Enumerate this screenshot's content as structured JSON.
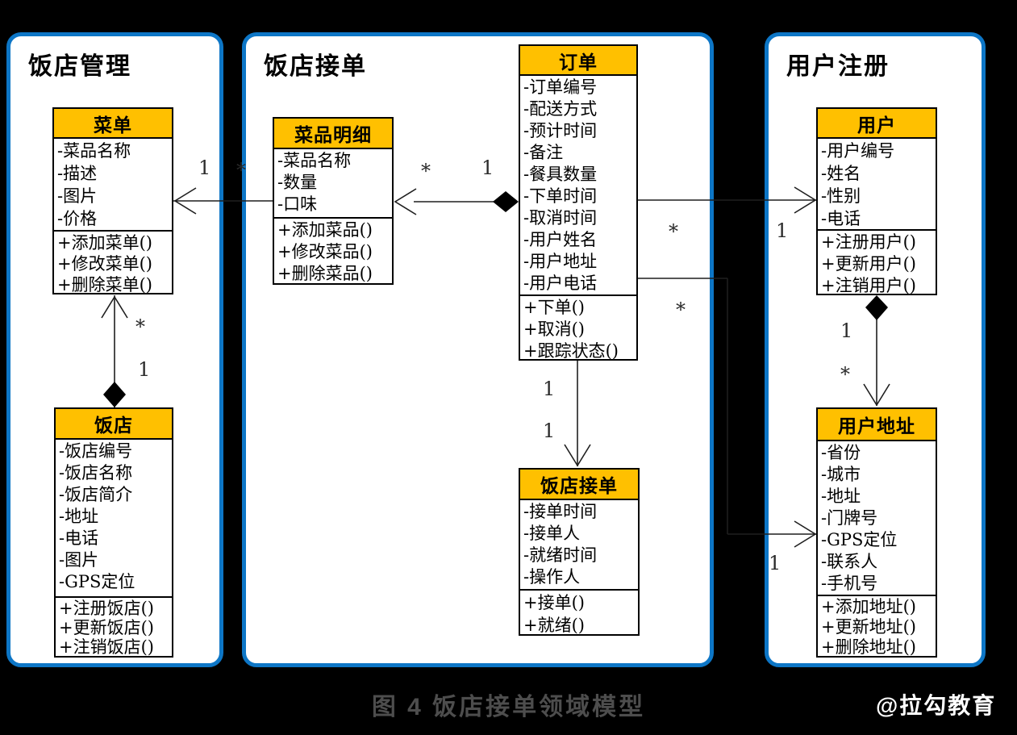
{
  "page": {
    "caption": "图 4 饭店接单领域模型",
    "watermark": "@拉勾教育"
  },
  "colors": {
    "class_header_fill": "#FFC000",
    "panel_border": "#0D76C6",
    "caption_text": "#4D4D4D"
  },
  "panels": [
    {
      "title": "饭店管理"
    },
    {
      "title": "饭店接单"
    },
    {
      "title": "用户注册"
    }
  ],
  "classes": {
    "menu": {
      "title": "菜单",
      "attributes": [
        "-菜品名称",
        "-描述",
        "-图片",
        "-价格"
      ],
      "methods": [
        "+添加菜单()",
        "+修改菜单()",
        "+删除菜单()"
      ]
    },
    "restaurant": {
      "title": "饭店",
      "attributes": [
        "-饭店编号",
        "-饭店名称",
        "-饭店简介",
        "-地址",
        "-电话",
        "-图片",
        "-GPS定位"
      ],
      "methods": [
        "+注册饭店()",
        "+更新饭店()",
        "+注销饭店()"
      ]
    },
    "dish_detail": {
      "title": "菜品明细",
      "attributes": [
        "-菜品名称",
        "-数量",
        "-口味"
      ],
      "methods": [
        "+添加菜品()",
        "+修改菜品()",
        "+删除菜品()"
      ]
    },
    "order": {
      "title": "订单",
      "attributes": [
        "-订单编号",
        "-配送方式",
        "-预计时间",
        "-备注",
        "-餐具数量",
        "-下单时间",
        "-取消时间",
        "-用户姓名",
        "-用户地址",
        "-用户电话"
      ],
      "methods": [
        "+下单()",
        "+取消()",
        "+跟踪状态()"
      ]
    },
    "restaurant_accept": {
      "title": "饭店接单",
      "attributes": [
        "-接单时间",
        "-接单人",
        "-就绪时间",
        "-操作人"
      ],
      "methods": [
        "+接单()",
        "+就绪()"
      ]
    },
    "user": {
      "title": "用户",
      "attributes": [
        "-用户编号",
        "-姓名",
        "-性别",
        "-电话"
      ],
      "methods": [
        "+注册用户()",
        "+更新用户()",
        "+注销用户()"
      ]
    },
    "user_address": {
      "title": "用户地址",
      "attributes": [
        "-省份",
        "-城市",
        "-地址",
        "-门牌号",
        "-GPS定位",
        "-联系人",
        "-手机号"
      ],
      "methods": [
        "+添加地址()",
        "+更新地址()",
        "+删除地址()"
      ]
    }
  },
  "associations": [
    {
      "from": "菜品明细",
      "to": "菜单",
      "kind": "directed-association",
      "labels": {
        "target": "1",
        "source": "*"
      }
    },
    {
      "from": "饭店",
      "to": "菜单",
      "kind": "composition",
      "labels": {
        "arrow_end": "*",
        "diamond_end": "1"
      }
    },
    {
      "from": "订单",
      "to": "菜品明细",
      "kind": "composition",
      "labels": {
        "diamond_end": "1",
        "arrow_end": "*"
      }
    },
    {
      "from": "订单",
      "to": "用户",
      "kind": "directed-association",
      "labels": {
        "source": "*",
        "target": "1"
      }
    },
    {
      "from": "订单",
      "to": "用户地址",
      "kind": "directed-association",
      "labels": {
        "source": "*",
        "target": "1"
      }
    },
    {
      "from": "订单",
      "to": "饭店接单",
      "kind": "directed-association",
      "labels": {
        "source": "1",
        "target": "1"
      }
    },
    {
      "from": "用户",
      "to": "用户地址",
      "kind": "composition",
      "labels": {
        "diamond_end": "1",
        "arrow_end": "*"
      }
    }
  ]
}
